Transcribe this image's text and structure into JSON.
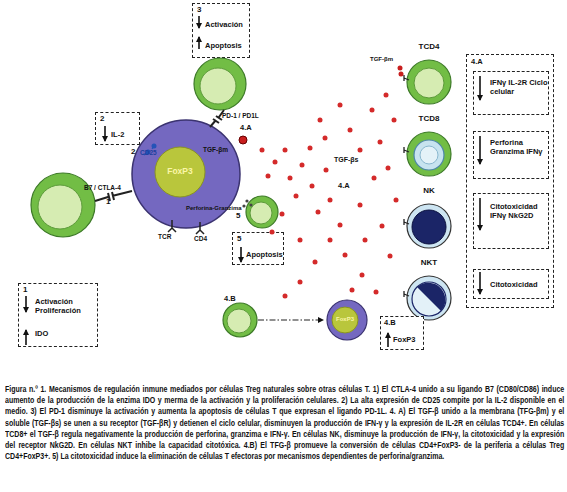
{
  "diagram": {
    "caption": "Figura n.º 1. Mecanismos de regulación inmune mediados por células Treg naturales sobre otras células T. 1) El CTLA-4 unido a su ligando B7 (CD80/CD86) induce aumento de la producción de la enzima IDO y merma de la activación y la proliferación celulares. 2) La alta expresión de CD25 compite por la IL-2 disponible en el medio. 3) El PD-1 disminuye la activación y aumenta la apoptosis de células T que expresan el ligando PD-1L. 4. A) El TGF-β unido a la membrana (TFG-βm) y el soluble (TGF-βs) se unen a su receptor (TGF-βR) y detienen el ciclo celular, disminuyen la producción de IFN-γ y la expresión de IL-2R en células TCD4+. En células TCD8+ el TGF-β regula negativamente la producción de perforina, granzima e IFN-γ. En células NK, disminuye la producción de IFN-γ, la citotoxicidad y la expresión del receptor NkG2D. En células NKT inhibe la capacidad citotóxica. 4.B) El TFG-β promueve la conversión de células CD4+FoxP3- de la periferia a células Treg CD4+FoxP3+. 5) La citotoxicidad induce la eliminación de células T efectoras por mecanismos dependientes de perforina/granzima.",
    "nodes": [
      {
        "text": [
          "3",
          "Activación",
          "Apoptosis"
        ]
      },
      {
        "text": [
          "2",
          "IL-2"
        ]
      },
      {
        "text": [
          "FoxP3"
        ]
      },
      {
        "text": [
          "TCD4"
        ]
      },
      {
        "text": [
          "4.A"
        ]
      },
      {
        "text": [
          "IFNγ IL-2R Ciclo celular"
        ],
        "in": 4
      },
      {
        "text": [
          "TCD8"
        ]
      },
      {
        "text": [
          "Perforina Granzima IFNγ"
        ],
        "in": 4
      },
      {
        "text": [
          "NK"
        ]
      },
      {
        "text": [
          "Citotoxicidad IFNγ NkG2D"
        ],
        "in": 4
      },
      {
        "text": [
          "5",
          "Apoptosis"
        ]
      },
      {
        "text": [
          "NKT"
        ]
      },
      {
        "text": [
          "Citotoxicidad"
        ],
        "in": 4
      },
      {
        "text": [
          "1",
          "Activación Proliferación",
          "IDO"
        ]
      },
      {
        "text": [
          "FoxP3"
        ]
      },
      {
        "text": [
          "4.B",
          "FoxP3"
        ]
      }
    ],
    "labels": [
      "B7 / CTLA-4",
      "1",
      "2",
      "CD25",
      "PD-1 / PD1L",
      "4.A",
      "TGF-βm",
      "Perforina-Granzima",
      "5",
      "TCR",
      "CD4",
      "TGF-βs",
      "4.A",
      "4.B",
      "TGF-βm"
    ]
  }
}
